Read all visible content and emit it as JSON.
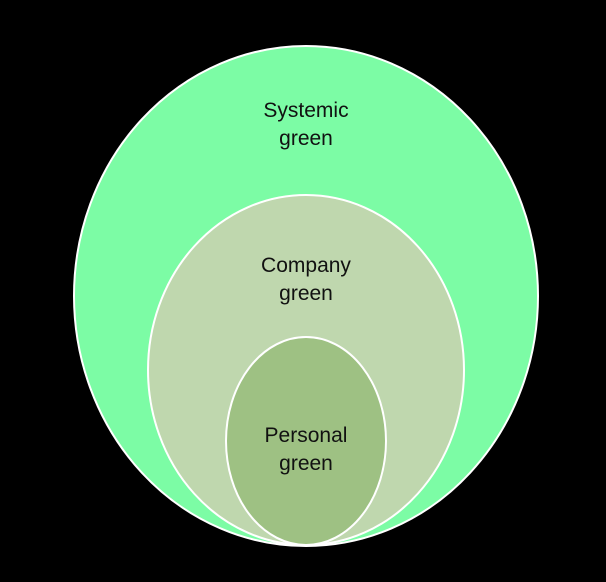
{
  "diagram": {
    "background": "#000000",
    "circles": [
      {
        "name": "systemic",
        "lines": [
          "Systemic",
          "green"
        ],
        "fill": "#7cfca5",
        "stroke": "#ffffff"
      },
      {
        "name": "company",
        "lines": [
          "Company",
          "green"
        ],
        "fill": "#bfd7ae",
        "stroke": "#ffffff"
      },
      {
        "name": "personal",
        "lines": [
          "Personal",
          "green"
        ],
        "fill": "#9ec183",
        "stroke": "#ffffff"
      }
    ]
  }
}
